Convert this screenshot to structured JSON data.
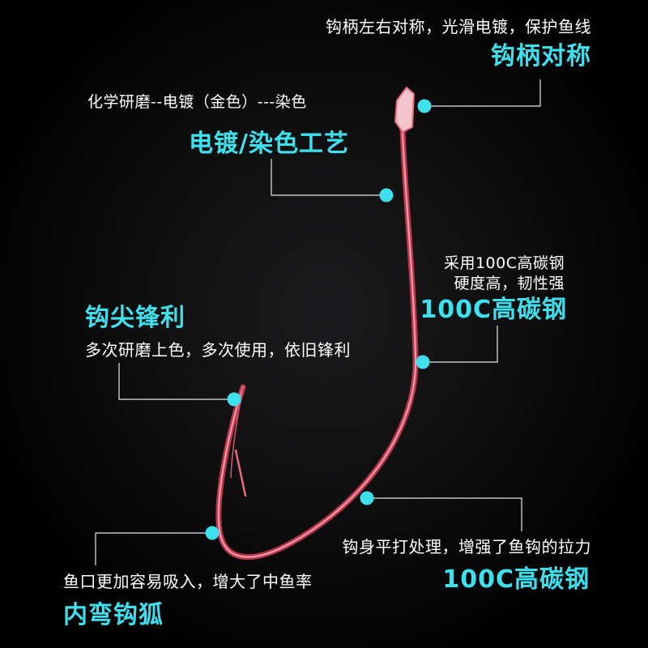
{
  "colors": {
    "background": "#000000",
    "accent": "#3fe0ee",
    "text": "#ffffff",
    "hook": "#e8697a",
    "leader_line": "#e6e6e6"
  },
  "callouts": {
    "shank": {
      "description": "钩柄左右对称，光滑电镀，保护鱼线",
      "title": "钩柄对称"
    },
    "plating": {
      "description": "化学研磨--电镀（金色）---染色",
      "title": "电镀/染色工艺"
    },
    "steel": {
      "description_lines": [
        "采用100C高碳钢",
        "硬度高，韧性强"
      ],
      "title": "100C高碳钢"
    },
    "point": {
      "title": "钩尖锋利",
      "description": "多次研磨上色，多次使用，依旧锋利"
    },
    "body": {
      "description": "钩身平打处理，增强了鱼钩的拉力",
      "title": "100C高碳钢"
    },
    "bend": {
      "description": "鱼口更加容易吸入，增大了中鱼率",
      "title": "内弯钩狐"
    }
  }
}
